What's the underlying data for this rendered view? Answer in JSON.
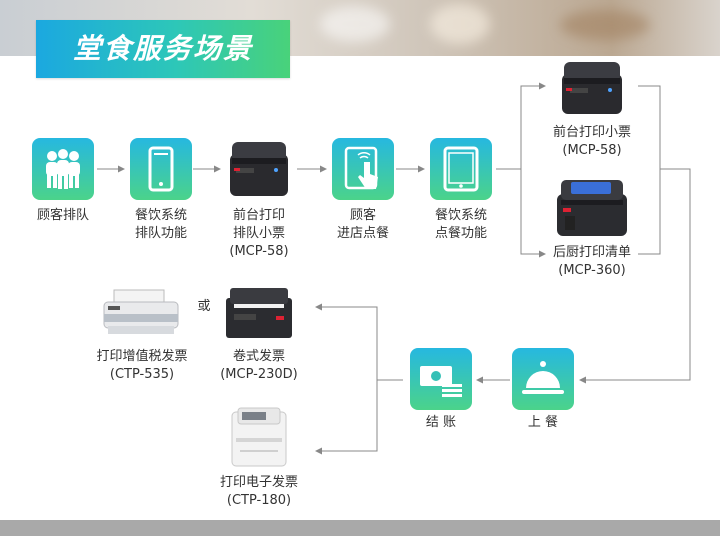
{
  "title": "堂食服务场景",
  "steps": {
    "queue": "顾客排队",
    "queue_system": "餐饮系统\n排队功能",
    "front_queue_ticket": "前台打印\n排队小票\n(MCP-58)",
    "enter_order": "顾客\n进店点餐",
    "order_system": "餐饮系统\n点餐功能",
    "front_ticket": "前台打印小票\n(MCP-58)",
    "kitchen_list": "后厨打印清单\n(MCP-360)",
    "serve": "上 餐",
    "checkout": "结 账",
    "roll_invoice": "卷式发票\n(MCP-230D)",
    "vat_invoice": "打印增值税发票\n(CTP-535)",
    "e_invoice": "打印电子发票\n(CTP-180)",
    "or": "或"
  },
  "colors": {
    "icon_top": "#26b8e0",
    "icon_bottom": "#4bd38a",
    "banner_start": "#1ba8e0",
    "banner_end": "#49d27a",
    "line": "#888888",
    "text": "#333333"
  },
  "icons": {
    "queue": "people-queue-icon",
    "queue_system": "smartphone-icon",
    "enter_order": "touch-tap-icon",
    "order_system": "tablet-icon",
    "serve": "food-cloche-icon",
    "checkout": "cash-stack-icon"
  }
}
